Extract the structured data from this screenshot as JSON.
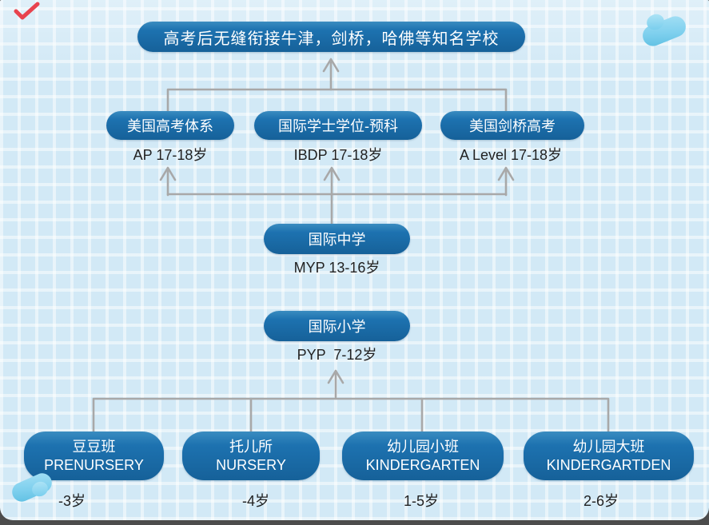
{
  "top_banner": {
    "label": "高考后无缝衔接牛津，剑桥，哈佛等知名学校"
  },
  "exam_tracks": [
    {
      "label": "美国高考体系",
      "age": "AP 17-18岁"
    },
    {
      "label": "国际学士学位-预科",
      "age": "IBDP 17-18岁"
    },
    {
      "label": "美国剑桥高考",
      "age": "A Level 17-18岁"
    }
  ],
  "middle_school": {
    "label": "国际中学",
    "age": "MYP 13-16岁"
  },
  "primary_school": {
    "label": "国际小学",
    "age": "PYP  7-12岁"
  },
  "early_years": [
    {
      "label_cn": "豆豆班",
      "label_en": "PRENURSERY",
      "age": "-3岁"
    },
    {
      "label_cn": "托儿所",
      "label_en": "NURSERY",
      "age": "-4岁"
    },
    {
      "label_cn": "幼儿园小班",
      "label_en": "KINDERGARTEN",
      "age": "1-5岁"
    },
    {
      "label_cn": "幼儿园大班",
      "label_en": "KINDERGARTDEN",
      "age": "2-6岁"
    }
  ],
  "decorations": {
    "top_left": "red-check-mark",
    "top_right": "paper-plane-blob",
    "bottom_left": "paper-plane-blob"
  },
  "colors": {
    "box_blue": "#1d72b0",
    "connector_grey": "#a8a8a8",
    "background_blue": "#d2e9f6",
    "age_text": "#222222",
    "accent_red": "#e8434e",
    "decoration_blue": "#7fd0ee",
    "bottom_bar": "#4c4c4c"
  }
}
